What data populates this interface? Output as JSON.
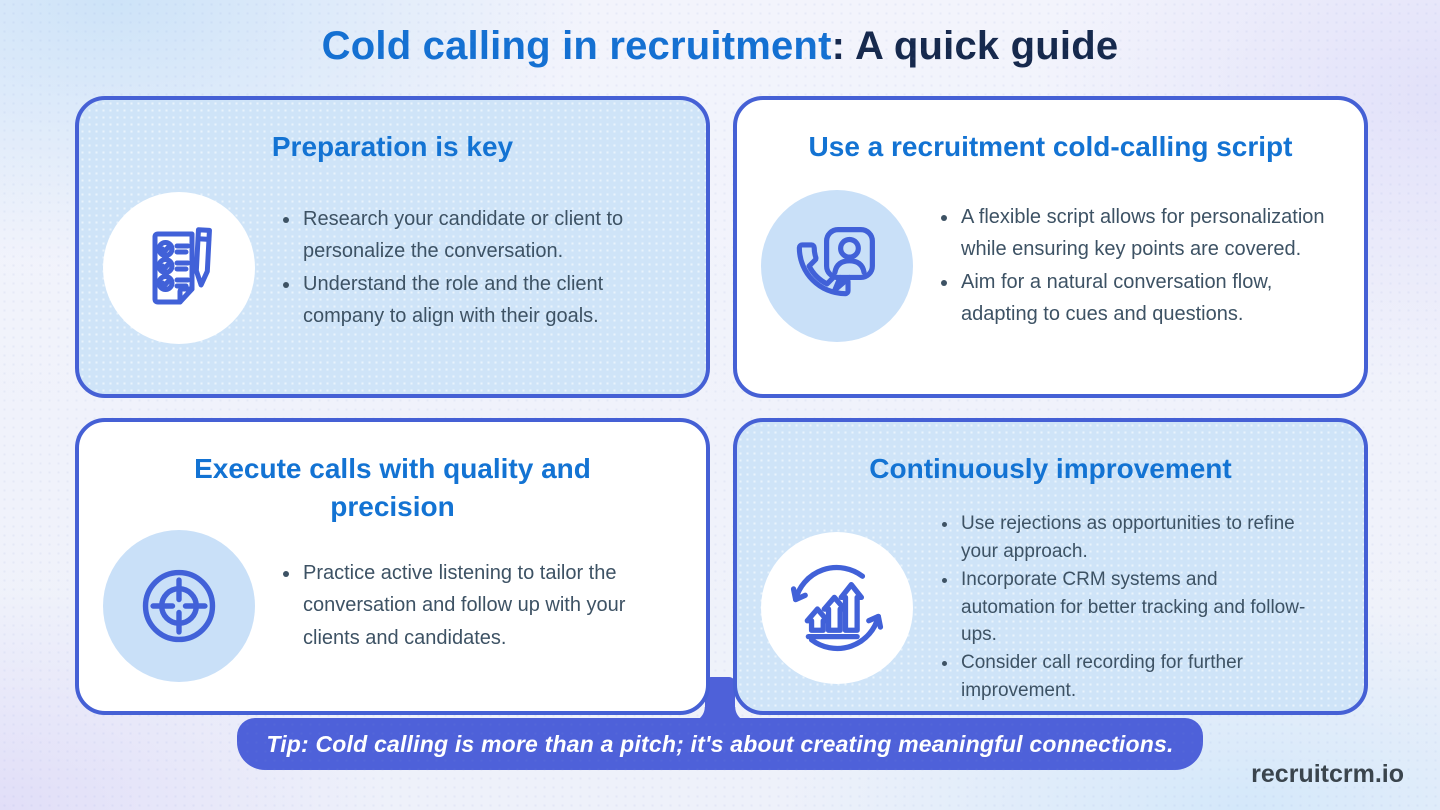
{
  "page": {
    "title_primary": "Cold calling in recruitment",
    "title_secondary": ": A quick guide",
    "tip": "Tip: Cold calling is more than a pitch; it's about creating meaningful connections.",
    "brand": "recruitcrm.io"
  },
  "cards": [
    {
      "title": "Preparation is key",
      "icon": "checklist-pen-icon",
      "bullets": [
        "Research your candidate or client to personalize the conversation.",
        "Understand the role and the client company to align with their goals."
      ]
    },
    {
      "title": "Use a recruitment cold-calling script",
      "icon": "phone-chat-icon",
      "bullets": [
        "A flexible script allows for personalization while ensuring key points are covered.",
        "Aim for a natural conversation flow, adapting to cues and questions."
      ]
    },
    {
      "title": "Execute calls with quality and precision",
      "icon": "target-icon",
      "bullets": [
        "Practice active listening to tailor the conversation and follow up with your clients and candidates."
      ]
    },
    {
      "title": "Continuously improvement",
      "icon": "growth-cycle-icon",
      "bullets": [
        "Use rejections as opportunities to refine your approach.",
        "Incorporate CRM systems and automation for better tracking and follow-ups.",
        "Consider call recording for further improvement."
      ]
    }
  ],
  "colors": {
    "accent_blue": "#1470d2",
    "navy": "#16294d",
    "card_border": "#4560d5",
    "card_fill_blue": "#cfe4f8",
    "icon_circle_blue": "#c9e0f8",
    "icon_stroke": "#4161d8",
    "banner_purple": "#4e61d9",
    "body_text": "#3d5264",
    "brand_text": "#3a444c"
  }
}
